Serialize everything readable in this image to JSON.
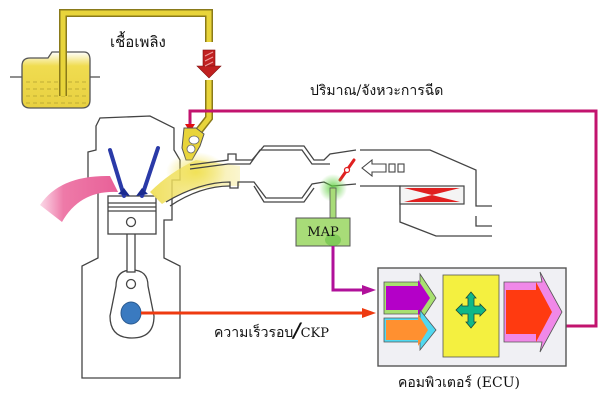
{
  "diagram": {
    "title": "Electronic fuel injection system",
    "labels": {
      "fuel": "เชื้อเพลิง",
      "injection": "ปริมาณ/จังหวะการฉีด",
      "speed": "ความเร็วรอบ",
      "speed_sep": "/",
      "speed_abbr": "CKP",
      "ecu": "คอมพิวเตอร์ (ECU)",
      "map": "MAP"
    },
    "colors": {
      "fuel_line": "#e8d43a",
      "fuel_outline": "#8a7a1a",
      "signal_line": "#c2136e",
      "map_signal": "#b0109a",
      "ckp_signal": "#ee3a10",
      "map_box": "#a8dc78",
      "exhaust": "#ee7aa8",
      "valves": "#2a3aa8",
      "crank": "#3a7ac0",
      "throttle": "#e02020",
      "ecu_panel": "#f0f0f4",
      "ecu_input1": "#b400c8",
      "ecu_input1_border": "#a8e070",
      "ecu_input2": "#ff9030",
      "ecu_input2_border": "#50d8f0",
      "ecu_process_bg": "#f4f040",
      "ecu_process_icon": "#10b888",
      "ecu_output": "#ff3a10",
      "ecu_output_border": "#f088e8"
    },
    "components": [
      {
        "name": "fuel-tank",
        "role": "fuel source"
      },
      {
        "name": "fuel-injector",
        "role": "injects fuel"
      },
      {
        "name": "engine-cylinder",
        "role": "combustion"
      },
      {
        "name": "intake-manifold",
        "role": "air path"
      },
      {
        "name": "throttle-valve",
        "role": "air control"
      },
      {
        "name": "air-filter",
        "role": "air intake"
      },
      {
        "name": "map-sensor",
        "role": "manifold pressure"
      },
      {
        "name": "crankshaft-sensor",
        "role": "engine speed"
      },
      {
        "name": "ecu",
        "role": "controller"
      }
    ]
  }
}
